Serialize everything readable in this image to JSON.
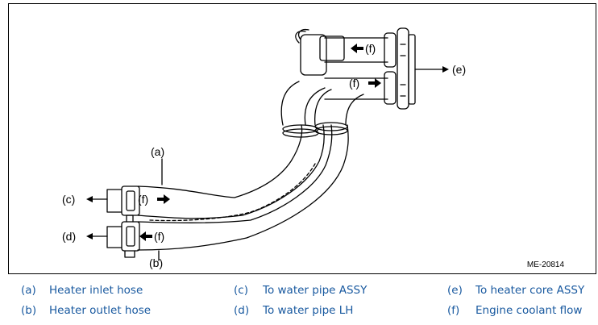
{
  "diagram": {
    "code": "ME-20814",
    "callouts": {
      "a": "(a)",
      "b": "(b)",
      "c": "(c)",
      "d": "(d)",
      "e": "(e)",
      "f": "(f)"
    }
  },
  "legend": [
    {
      "key": "(a)",
      "text": "Heater inlet hose"
    },
    {
      "key": "(b)",
      "text": "Heater outlet hose"
    },
    {
      "key": "(c)",
      "text": "To water pipe ASSY"
    },
    {
      "key": "(d)",
      "text": "To water pipe LH"
    },
    {
      "key": "(e)",
      "text": "To heater core ASSY"
    },
    {
      "key": "(f)",
      "text": "Engine coolant flow"
    }
  ],
  "colors": {
    "legend_text": "#1a5aa0",
    "line": "#000000"
  }
}
